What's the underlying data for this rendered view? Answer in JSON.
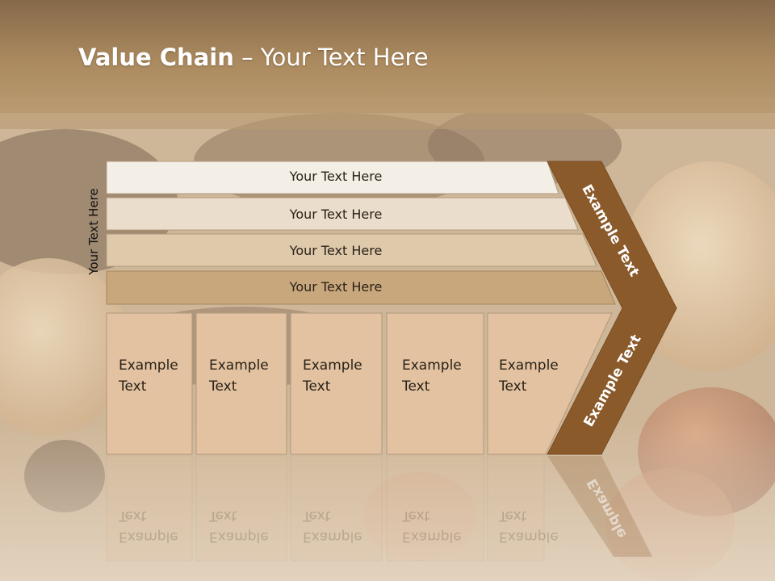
{
  "slide": {
    "title_bold": "Value Chain",
    "title_rest": " – Your Text Here",
    "vertical_label": "Your Text Here"
  },
  "bars": [
    {
      "label": "Your Text Here",
      "color": "#f3eee6"
    },
    {
      "label": "Your Text Here",
      "color": "#ebddcb"
    },
    {
      "label": "Your Text Here",
      "color": "#dfc9ab"
    },
    {
      "label": "Your Text Here",
      "color": "#c9a77c"
    }
  ],
  "columns": [
    {
      "line1": "Example",
      "line2": "Text"
    },
    {
      "line1": "Example",
      "line2": "Text"
    },
    {
      "line1": "Example",
      "line2": "Text"
    },
    {
      "line1": "Example",
      "line2": "Text"
    },
    {
      "line1": "Example",
      "line2": "Text"
    }
  ],
  "chevron": {
    "top_label": "Example Text",
    "bottom_label": "Example Text",
    "reflection_label": "Example"
  },
  "colors": {
    "chevron": "#8b5a2b",
    "column_fill": "#e2c2a0",
    "header_band": "#a9885f"
  }
}
